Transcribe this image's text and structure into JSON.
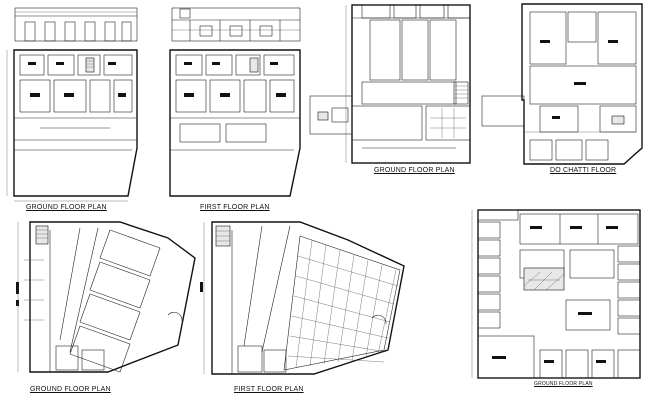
{
  "drawings": [
    {
      "id": "a",
      "title": "GROUND FLOOR PLAN",
      "subtitle": ""
    },
    {
      "id": "b",
      "title": "FIRST FLOOR PLAN",
      "subtitle": ""
    },
    {
      "id": "c",
      "title": "GROUND FLOOR PLAN",
      "subtitle": ""
    },
    {
      "id": "d",
      "title": "DO CHATTI FLOOR",
      "subtitle": ""
    },
    {
      "id": "e",
      "title": "GROUND FLOOR PLAN",
      "subtitle": ""
    },
    {
      "id": "f",
      "title": "FIRST FLOOR PLAN",
      "subtitle": ""
    },
    {
      "id": "g",
      "title": "GROUND FLOOR PLAN",
      "subtitle": ""
    }
  ],
  "colors": {
    "line": "#111111",
    "background": "#ffffff"
  }
}
